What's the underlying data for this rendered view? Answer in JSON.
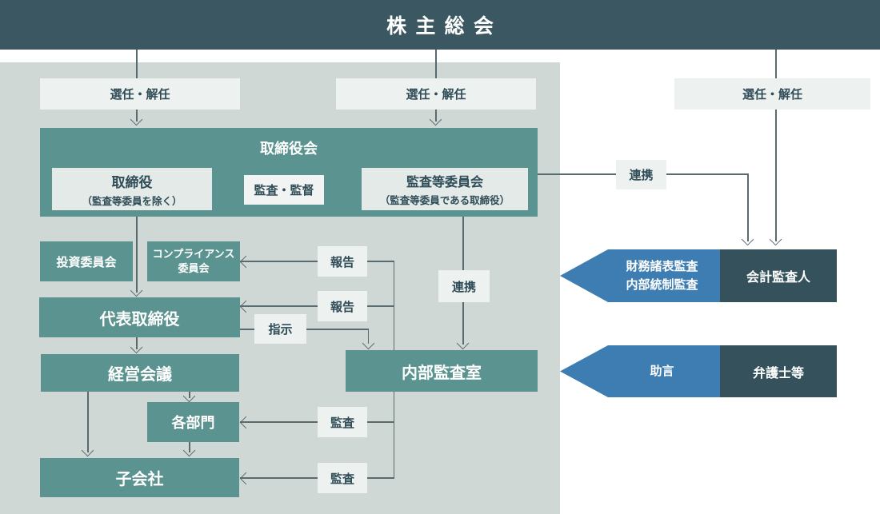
{
  "diagram": {
    "title": "株主総会",
    "nodes": {
      "board": "取締役会",
      "directors_title": "取締役",
      "directors_sub": "（監査等委員を除く）",
      "audit_committee_title": "監査等委員会",
      "audit_committee_sub": "（監査等委員である取締役）",
      "investment_committee": "投資委員会",
      "compliance_line1": "コンプライアンス",
      "compliance_line2": "委員会",
      "ceo": "代表取締役",
      "management_meeting": "経営会議",
      "departments": "各部門",
      "subsidiaries": "子会社",
      "internal_audit": "内部監査室",
      "accounting_auditor": "会計監査人",
      "lawyers": "弁護士等"
    },
    "edge_labels": {
      "appointment_dismissal": "選任・解任",
      "audit_supervision": "監査・監督",
      "report": "報告",
      "instruction": "指示",
      "cooperation": "連携",
      "audit": "監査",
      "advice": "助言",
      "fs_audit_line1": "財務諸表監査",
      "fs_audit_line2": "内部統制監査"
    },
    "colors": {
      "header": "#3B5761",
      "dark-box": "#35525C",
      "teal": "#5A938F",
      "panel": "#CFD8D5",
      "chip": "#EDF1F0",
      "inner-box": "#E3EAE8",
      "blue": "#3E7DB2",
      "line": "#5A6B70",
      "text-dark": "#2F4C57"
    }
  }
}
